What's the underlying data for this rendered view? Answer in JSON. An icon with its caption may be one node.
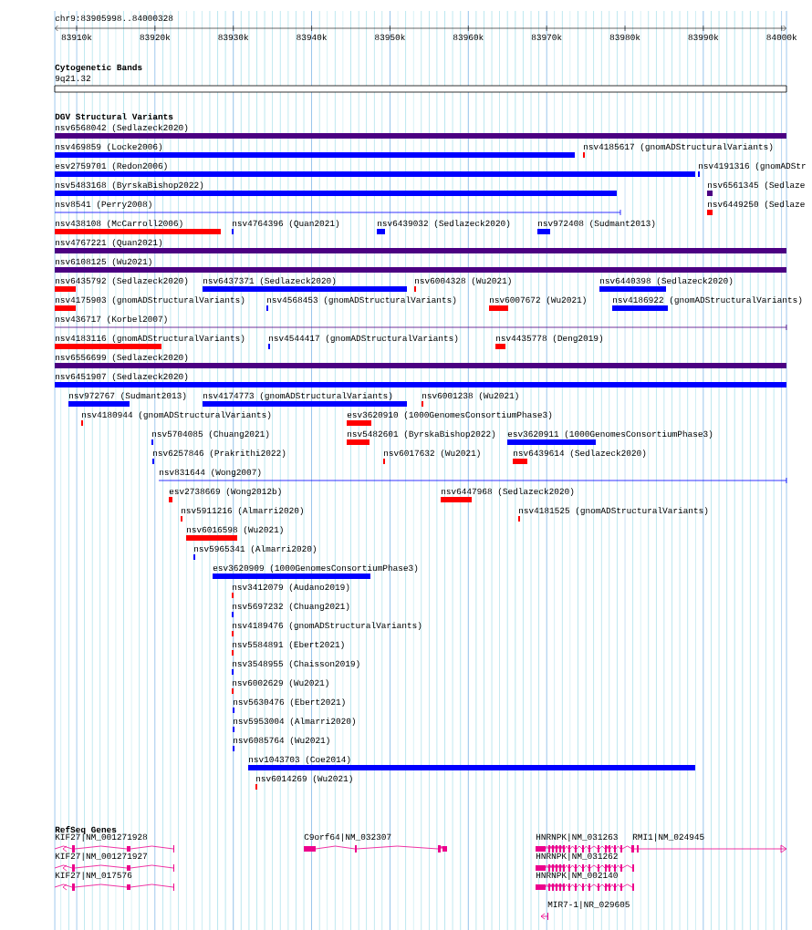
{
  "diagram": {
    "nodes": [
      {
        "text": [
          "nsv6568042 (Sedlazeck2020)"
        ]
      },
      {
        "text": [
          "nsv469859 (Locke2006)"
        ]
      },
      {
        "text": [
          "nsv4185617 (gnomADStructuralVariants)"
        ]
      },
      {
        "text": [
          "esv2759701 (Redon2006)"
        ]
      },
      {
        "text": [
          "nsv4191316 (gnomADStr"
        ]
      },
      {
        "text": [
          "nsv5483168 (ByrskaBishop2022)"
        ]
      },
      {
        "text": [
          "nsv6561345 (Sedlaze"
        ]
      },
      {
        "text": [
          "nsv8541 (Perry2008)"
        ]
      },
      {
        "text": [
          "nsv6449250 (Sedlaze"
        ]
      },
      {
        "text": [
          "nsv438108 (McCarroll2006)"
        ]
      },
      {
        "text": [
          "nsv4764396 (Quan2021)"
        ]
      },
      {
        "text": [
          "nsv6439032 (Sedlazeck2020)"
        ]
      },
      {
        "text": [
          "nsv972408 (Sudmant2013)"
        ]
      },
      {
        "text": [
          "nsv4767221 (Quan2021)"
        ]
      },
      {
        "text": [
          "nsv6108125 (Wu2021)"
        ]
      },
      {
        "text": [
          "nsv6435792 (Sedlazeck2020)"
        ]
      },
      {
        "text": [
          "nsv6437371 (Sedlazeck2020)"
        ]
      },
      {
        "text": [
          "nsv6004328 (Wu2021)"
        ]
      },
      {
        "text": [
          "nsv6440398 (Sedlazeck2020)"
        ]
      },
      {
        "text": [
          "nsv4175903 (gnomADStructuralVariants)"
        ]
      },
      {
        "text": [
          "nsv4568453 (gnomADStructuralVariants)"
        ]
      },
      {
        "text": [
          "nsv6007672 (Wu2021)"
        ]
      },
      {
        "text": [
          "nsv4186922 (gnomADStructuralVariants)"
        ]
      },
      {
        "text": [
          "nsv436717 (Korbel2007)"
        ]
      },
      {
        "text": [
          "nsv4183116 (gnomADStructuralVariants)"
        ]
      },
      {
        "text": [
          "nsv4544417 (gnomADStructuralVariants)"
        ]
      },
      {
        "text": [
          "nsv4435778 (Deng2019)"
        ]
      },
      {
        "text": [
          "nsv6556699 (Sedlazeck2020)"
        ]
      },
      {
        "text": [
          "nsv6451907 (Sedlazeck2020)"
        ]
      },
      {
        "text": [
          "nsv972767 (Sudmant2013)"
        ]
      },
      {
        "text": [
          "nsv4174773 (gnomADStructuralVariants)"
        ]
      },
      {
        "text": [
          "nsv6001238 (Wu2021)"
        ]
      },
      {
        "text": [
          "nsv4180944 (gnomADStructuralVariants)"
        ]
      },
      {
        "text": [
          "esv3620910 (1000GenomesConsortiumPhase3)"
        ]
      },
      {
        "text": [
          "nsv5704085 (Chuang2021)"
        ]
      },
      {
        "text": [
          "nsv5482601 (ByrskaBishop2022)"
        ]
      },
      {
        "text": [
          "esv3620911 (1000GenomesConsortiumPhase3)"
        ]
      },
      {
        "text": [
          "nsv6257846 (Prakrithi2022)"
        ]
      },
      {
        "text": [
          "nsv6017632 (Wu2021)"
        ]
      },
      {
        "text": [
          "nsv6439614 (Sedlazeck2020)"
        ]
      },
      {
        "text": [
          "nsv831644 (Wong2007)"
        ]
      },
      {
        "text": [
          "esv2738669 (Wong2012b)"
        ]
      },
      {
        "text": [
          "nsv6447968 (Sedlazeck2020)"
        ]
      },
      {
        "text": [
          "nsv5911216 (Almarri2020)"
        ]
      },
      {
        "text": [
          "nsv4181525 (gnomADStructuralVariants)"
        ]
      },
      {
        "text": [
          "nsv6016598 (Wu2021)"
        ]
      },
      {
        "text": [
          "nsv5965341 (Almarri2020)"
        ]
      },
      {
        "text": [
          "esv3620909 (1000GenomesConsortiumPhase3)"
        ]
      },
      {
        "text": [
          "nsv3412079 (Audano2019)"
        ]
      },
      {
        "text": [
          "nsv5697232 (Chuang2021)"
        ]
      },
      {
        "text": [
          "nsv4189476 (gnomADStructuralVariants)"
        ]
      },
      {
        "text": [
          "nsv5584891 (Ebert2021)"
        ]
      },
      {
        "text": [
          "nsv3548955 (Chaisson2019)"
        ]
      },
      {
        "text": [
          "nsv6002629 (Wu2021)"
        ]
      },
      {
        "text": [
          "nsv5630476 (Ebert2021)"
        ]
      },
      {
        "text": [
          "nsv5953004 (Almarri2020)"
        ]
      },
      {
        "text": [
          "nsv6085764 (Wu2021)"
        ]
      },
      {
        "text": [
          "nsv1043703 (Coe2014)"
        ]
      },
      {
        "text": [
          "nsv6014269 (Wu2021)"
        ]
      },
      {
        "text": [
          "KIF27|NM_001271928"
        ]
      },
      {
        "text": [
          "C9orf64|NM_032307"
        ]
      },
      {
        "text": [
          "HNRNPK|NM_031263"
        ]
      },
      {
        "text": [
          "RMI1|NM_024945"
        ]
      },
      {
        "text": [
          "KIF27|NM_001271927"
        ]
      },
      {
        "text": [
          "HNRNPK|NM_031262"
        ]
      },
      {
        "text": [
          "KIF27|NM_017576"
        ]
      },
      {
        "text": [
          "HNRNPK|NM_002140"
        ]
      },
      {
        "text": [
          "MIR7-1|NR_029605"
        ]
      }
    ],
    "labels": [
      "chr9:83905998..84000328",
      "83910k",
      "83920k",
      "83930k",
      "83940k",
      "83950k",
      "83960k",
      "83970k",
      "83980k",
      "83990k",
      "84000k",
      "Cytogenetic Bands",
      "9q21.32",
      "DGV Structural Variants",
      "RefSeq Genes"
    ]
  }
}
